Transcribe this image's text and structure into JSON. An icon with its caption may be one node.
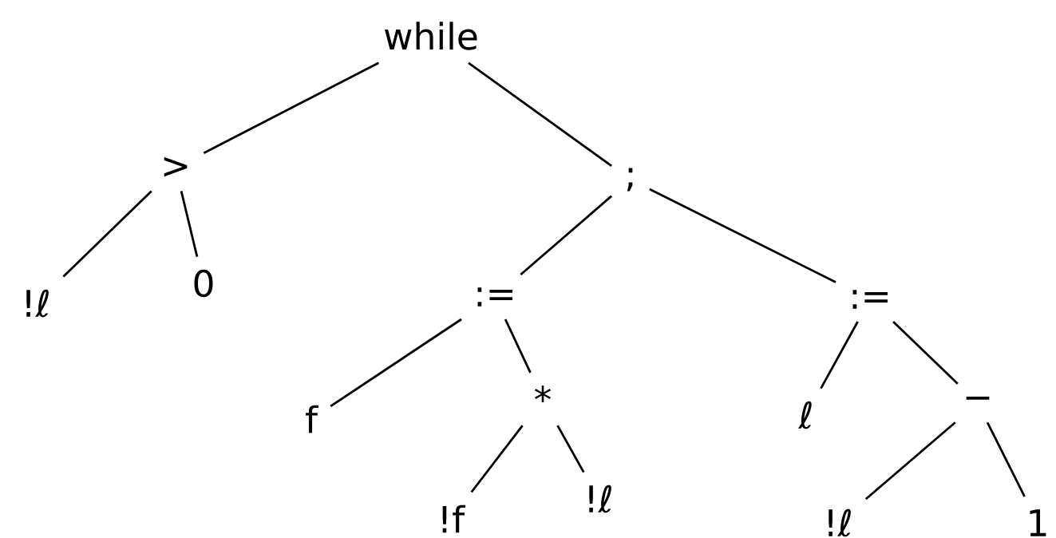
{
  "diagram": {
    "nodes": [
      {
        "text": [
          "while"
        ]
      },
      {
        "text": [
          ">"
        ]
      },
      {
        "text": [
          ";"
        ]
      },
      {
        "text": [
          "!ℓ"
        ]
      },
      {
        "text": [
          "0"
        ]
      },
      {
        "text": [
          ":="
        ]
      },
      {
        "text": [
          ":="
        ]
      },
      {
        "text": [
          "f"
        ]
      },
      {
        "text": [
          "*"
        ]
      },
      {
        "text": [
          "ℓ"
        ]
      },
      {
        "text": [
          "−"
        ]
      },
      {
        "text": [
          "!f"
        ]
      },
      {
        "text": [
          "!ℓ"
        ]
      },
      {
        "text": [
          "!ℓ"
        ]
      },
      {
        "text": [
          "1"
        ]
      }
    ],
    "edges": [
      {
        "from": 0,
        "to": 1,
        "arrow": "none"
      },
      {
        "from": 0,
        "to": 2,
        "arrow": "none"
      },
      {
        "from": 1,
        "to": 3,
        "arrow": "none"
      },
      {
        "from": 1,
        "to": 4,
        "arrow": "none"
      },
      {
        "from": 2,
        "to": 5,
        "arrow": "none"
      },
      {
        "from": 2,
        "to": 6,
        "arrow": "none"
      },
      {
        "from": 5,
        "to": 7,
        "arrow": "none"
      },
      {
        "from": 5,
        "to": 8,
        "arrow": "none"
      },
      {
        "from": 6,
        "to": 9,
        "arrow": "none"
      },
      {
        "from": 6,
        "to": 10,
        "arrow": "none"
      },
      {
        "from": 8,
        "to": 11,
        "arrow": "none"
      },
      {
        "from": 8,
        "to": 12,
        "arrow": "none"
      },
      {
        "from": 10,
        "to": 13,
        "arrow": "none"
      },
      {
        "from": 10,
        "to": 14,
        "arrow": "none"
      }
    ]
  }
}
